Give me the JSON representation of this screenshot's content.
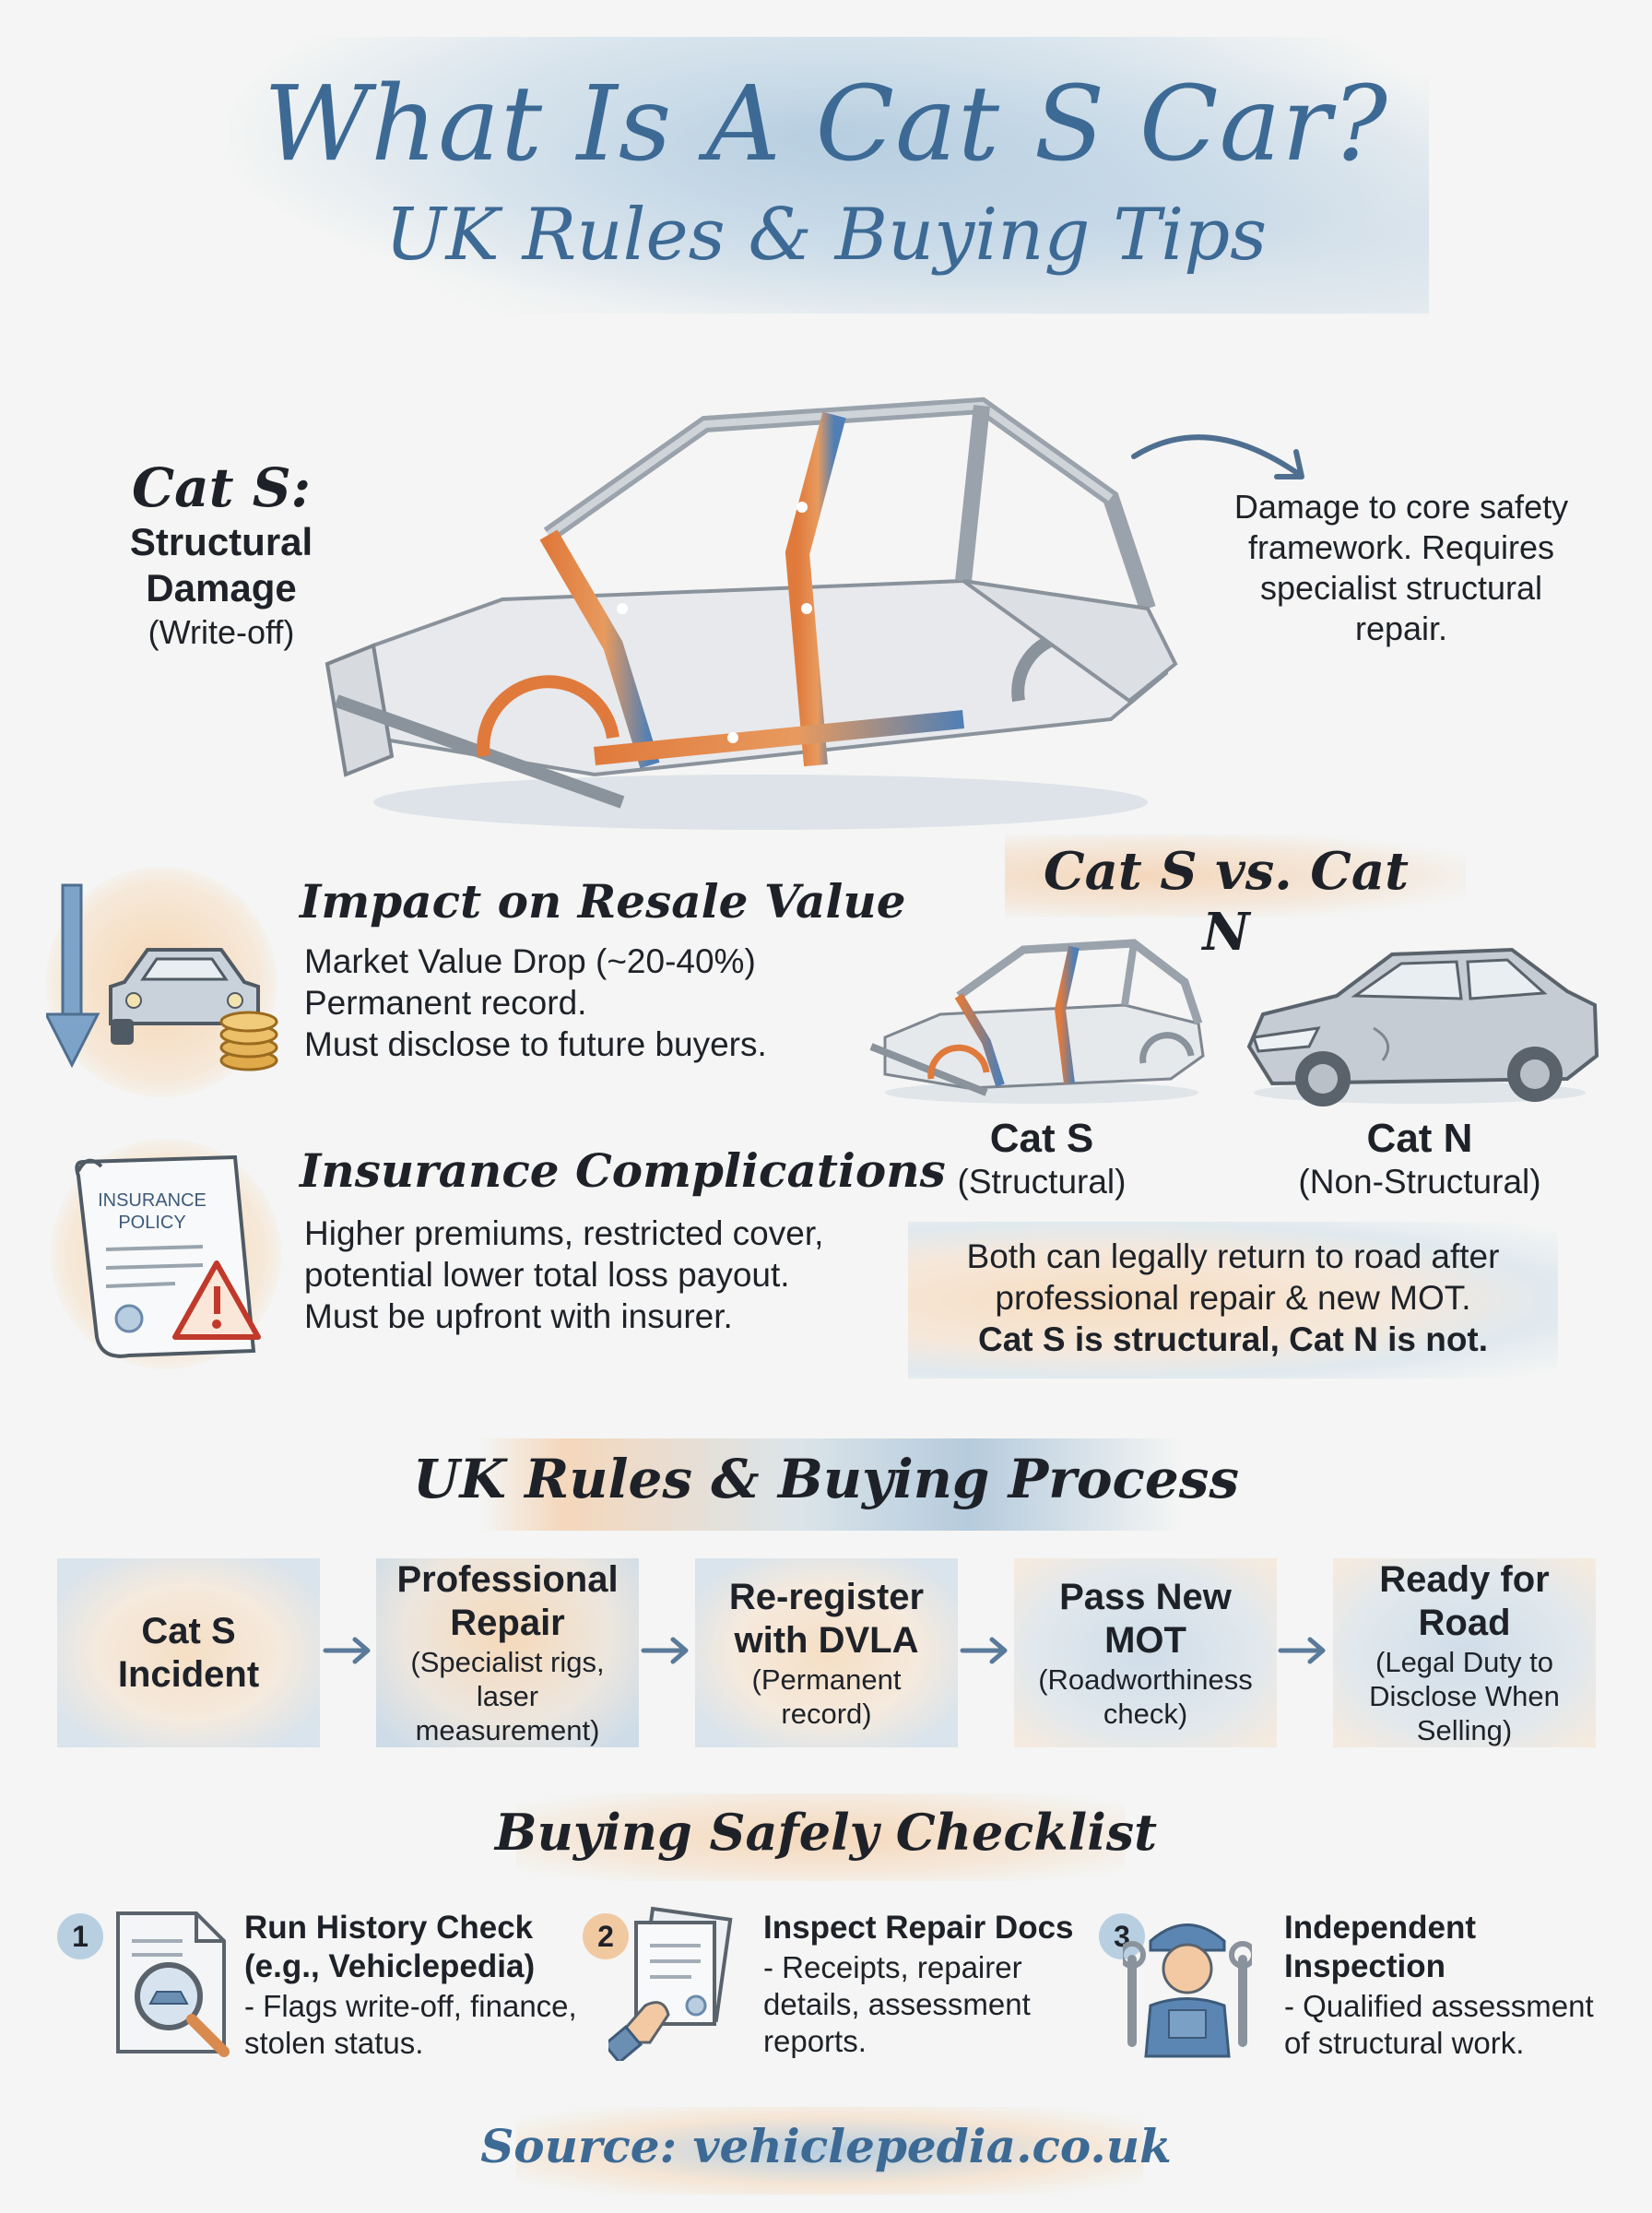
{
  "title": {
    "line1": "What Is A Cat S Car?",
    "line2": "UK Rules & Buying Tips"
  },
  "hero": {
    "heading": "Cat S:",
    "subheading": "Structural Damage",
    "note": "(Write-off)",
    "description": "Damage to core safety framework. Requires specialist structural repair."
  },
  "resale": {
    "title": "Impact on Resale Value",
    "lines": [
      "Market Value Drop (~20-40%)",
      "Permanent record.",
      "Must disclose to future buyers."
    ]
  },
  "insurance": {
    "title": "Insurance Complications",
    "icon_text": [
      "INSURANCE",
      "POLICY"
    ],
    "lines": [
      "Higher premiums, restricted cover,",
      "potential lower total loss payout.",
      "Must be upfront with insurer."
    ]
  },
  "comparison": {
    "title": "Cat S vs. Cat N",
    "cat_s": {
      "name": "Cat S",
      "sub": "(Structural)"
    },
    "cat_n": {
      "name": "Cat N",
      "sub": "(Non-Structural)"
    },
    "note_lines": [
      "Both can legally return to road after",
      "professional repair & new MOT."
    ],
    "note_bold": "Cat S is structural, Cat N is not."
  },
  "process": {
    "title": "UK Rules & Buying Process",
    "steps": [
      {
        "title": "Cat S Incident",
        "sub": ""
      },
      {
        "title": "Professional Repair",
        "sub": "(Specialist rigs, laser measurement)"
      },
      {
        "title": "Re-register with DVLA",
        "sub": "(Permanent record)"
      },
      {
        "title": "Pass New MOT",
        "sub": "(Roadworthiness check)"
      },
      {
        "title": "Ready for Road",
        "sub": "(Legal Duty to Disclose When Selling)"
      }
    ]
  },
  "checklist": {
    "title": "Buying Safely Checklist",
    "items": [
      {
        "number": "1",
        "title": "Run History Check (e.g., Vehiclepedia)",
        "body": "- Flags write-off, finance, stolen status.",
        "icon": "history-check-icon"
      },
      {
        "number": "2",
        "title": "Inspect Repair Docs",
        "body": "- Receipts, repairer details, assessment reports.",
        "icon": "documents-icon"
      },
      {
        "number": "3",
        "title": "Independent Inspection",
        "body": "- Qualified assessment of structural work.",
        "icon": "mechanic-icon"
      }
    ]
  },
  "source": "Source: vehiclepedia.co.uk",
  "colors": {
    "accent_blue": "#3d6a95",
    "damage_orange": "#e07a3c",
    "damage_blue": "#4f7fb5"
  }
}
